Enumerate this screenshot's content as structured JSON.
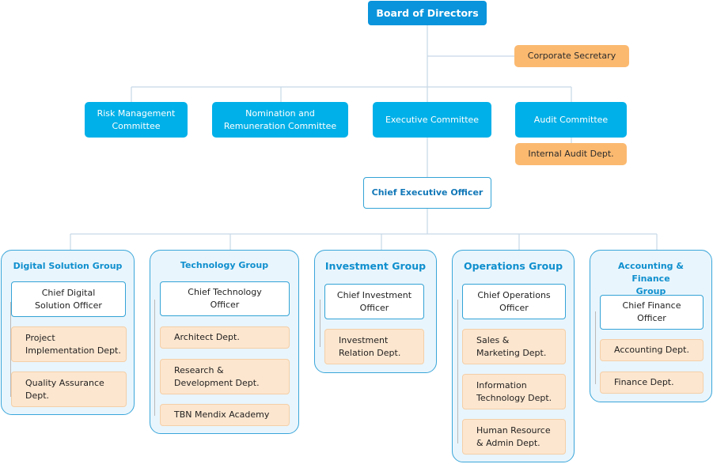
{
  "board": "Board of Directors",
  "corporate_secretary": "Corporate Secretary",
  "committees": {
    "risk": "Risk Management Committee",
    "nomination": "Nomination and Remuneration Committee",
    "executive": "Executive Committee",
    "audit": "Audit Committee"
  },
  "internal_audit": "Internal Audit Dept.",
  "ceo": "Chief Executive Officer",
  "groups": {
    "digital": {
      "title": "Digital Solution Group",
      "officer": "Chief Digital Solution Officer",
      "depts": [
        "Project Implementation Dept.",
        "Quality Assurance Dept."
      ]
    },
    "technology": {
      "title": "Technology Group",
      "officer": "Chief Technology Officer",
      "depts": [
        "Architect Dept.",
        "Research & Development Dept.",
        "TBN Mendix Academy"
      ]
    },
    "investment": {
      "title": "Investment Group",
      "officer": "Chief Investment Officer",
      "depts": [
        "Investment Relation Dept."
      ]
    },
    "operations": {
      "title": "Operations Group",
      "officer": "Chief Operations Officer",
      "depts": [
        "Sales & Marketing Dept.",
        "Information Technology Dept.",
        "Human Resource & Admin Dept."
      ]
    },
    "accounting": {
      "title": "Accounting & Finance Group",
      "officer": "Chief Finance Officer",
      "depts": [
        "Accounting Dept.",
        "Finance Dept."
      ]
    }
  }
}
